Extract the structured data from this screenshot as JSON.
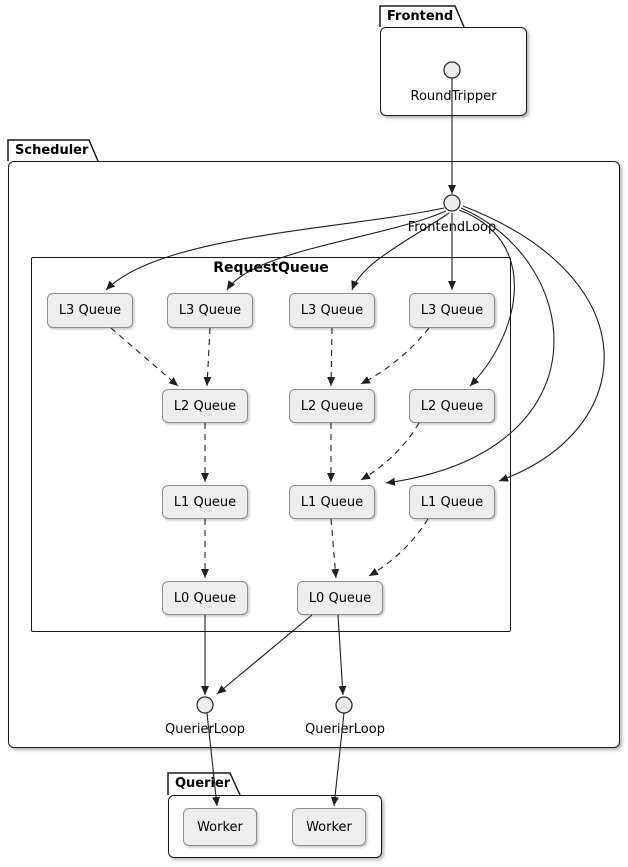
{
  "diagram": {
    "type": "plantuml-component-diagram",
    "packages": {
      "frontend": {
        "label": "Frontend"
      },
      "scheduler": {
        "label": "Scheduler"
      },
      "querier": {
        "label": "Querier"
      }
    },
    "interfaces": {
      "round_tripper": {
        "label": "RoundTripper"
      },
      "frontend_loop": {
        "label": "FrontendLoop"
      },
      "querier_loop_1": {
        "label": "QuerierLoop"
      },
      "querier_loop_2": {
        "label": "QuerierLoop"
      }
    },
    "request_queue": {
      "title": "RequestQueue"
    },
    "queues": [
      {
        "id": "l3-1",
        "label": "L3 Queue"
      },
      {
        "id": "l3-2",
        "label": "L3 Queue"
      },
      {
        "id": "l3-3",
        "label": "L3 Queue"
      },
      {
        "id": "l3-4",
        "label": "L3 Queue"
      },
      {
        "id": "l2-1",
        "label": "L2 Queue"
      },
      {
        "id": "l2-2",
        "label": "L2 Queue"
      },
      {
        "id": "l2-3",
        "label": "L2 Queue"
      },
      {
        "id": "l1-1",
        "label": "L1 Queue"
      },
      {
        "id": "l1-2",
        "label": "L1 Queue"
      },
      {
        "id": "l1-3",
        "label": "L1 Queue"
      },
      {
        "id": "l0-1",
        "label": "L0 Queue"
      },
      {
        "id": "l0-2",
        "label": "L0 Queue"
      }
    ],
    "workers": [
      {
        "label": "Worker"
      },
      {
        "label": "Worker"
      }
    ],
    "edges": [
      {
        "from": "RoundTripper",
        "to": "FrontendLoop",
        "style": "solid"
      },
      {
        "from": "FrontendLoop",
        "to": "l3-1",
        "style": "solid"
      },
      {
        "from": "FrontendLoop",
        "to": "l3-2",
        "style": "solid"
      },
      {
        "from": "FrontendLoop",
        "to": "l3-3",
        "style": "solid"
      },
      {
        "from": "FrontendLoop",
        "to": "l3-4",
        "style": "solid"
      },
      {
        "from": "FrontendLoop",
        "to": "l2-3",
        "style": "solid"
      },
      {
        "from": "FrontendLoop",
        "to": "l1-2",
        "style": "solid"
      },
      {
        "from": "FrontendLoop",
        "to": "l1-3",
        "style": "solid"
      },
      {
        "from": "l3-1",
        "to": "l2-1",
        "style": "dashed"
      },
      {
        "from": "l3-2",
        "to": "l2-1",
        "style": "dashed"
      },
      {
        "from": "l3-3",
        "to": "l2-2",
        "style": "dashed"
      },
      {
        "from": "l3-4",
        "to": "l2-2",
        "style": "dashed"
      },
      {
        "from": "l2-1",
        "to": "l1-1",
        "style": "dashed"
      },
      {
        "from": "l2-2",
        "to": "l1-2",
        "style": "dashed"
      },
      {
        "from": "l2-3",
        "to": "l1-2",
        "style": "dashed"
      },
      {
        "from": "l1-1",
        "to": "l0-1",
        "style": "dashed"
      },
      {
        "from": "l1-2",
        "to": "l0-2",
        "style": "dashed"
      },
      {
        "from": "l1-3",
        "to": "l0-2",
        "style": "dashed"
      },
      {
        "from": "l0-1",
        "to": "QuerierLoop-1",
        "style": "solid"
      },
      {
        "from": "l0-2",
        "to": "QuerierLoop-1",
        "style": "solid"
      },
      {
        "from": "l0-2",
        "to": "QuerierLoop-2",
        "style": "solid"
      },
      {
        "from": "QuerierLoop-1",
        "to": "Worker-1",
        "style": "solid"
      },
      {
        "from": "QuerierLoop-2",
        "to": "Worker-2",
        "style": "solid"
      }
    ],
    "colors": {
      "node_fill": "#eeeeee",
      "node_border": "#8f8f8f",
      "package_border": "#181818",
      "edge": "#1f1f1f",
      "background": "#ffffff",
      "text": "#000000"
    }
  }
}
